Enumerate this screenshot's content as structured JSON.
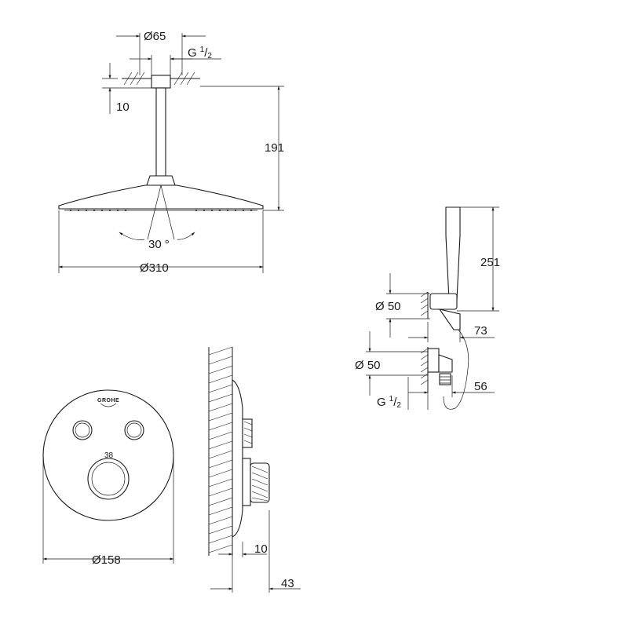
{
  "overhead_shower": {
    "dim_flange_diameter": "Ø65",
    "dim_thread": "G",
    "dim_thread_fraction_num": "1",
    "dim_thread_fraction_den": "2",
    "dim_flange_height": "10",
    "dim_total_height": "191",
    "dim_tilt_angle": "30",
    "dim_tilt_unit": "°",
    "dim_head_diameter": "Ø310"
  },
  "hand_shower": {
    "dim_length": "251",
    "dim_holder_diameter": "Ø 50",
    "dim_outlet_diameter": "Ø 50",
    "dim_projection": "73",
    "dim_outlet_depth": "56",
    "dim_thread": "G",
    "dim_thread_fraction_num": "1",
    "dim_thread_fraction_den": "2"
  },
  "thermostat": {
    "brand_logo": "GROHE",
    "temperature_mark": "38",
    "dim_plate_diameter": "Ø158",
    "dim_plate_depth": "10",
    "dim_total_depth": "43"
  }
}
